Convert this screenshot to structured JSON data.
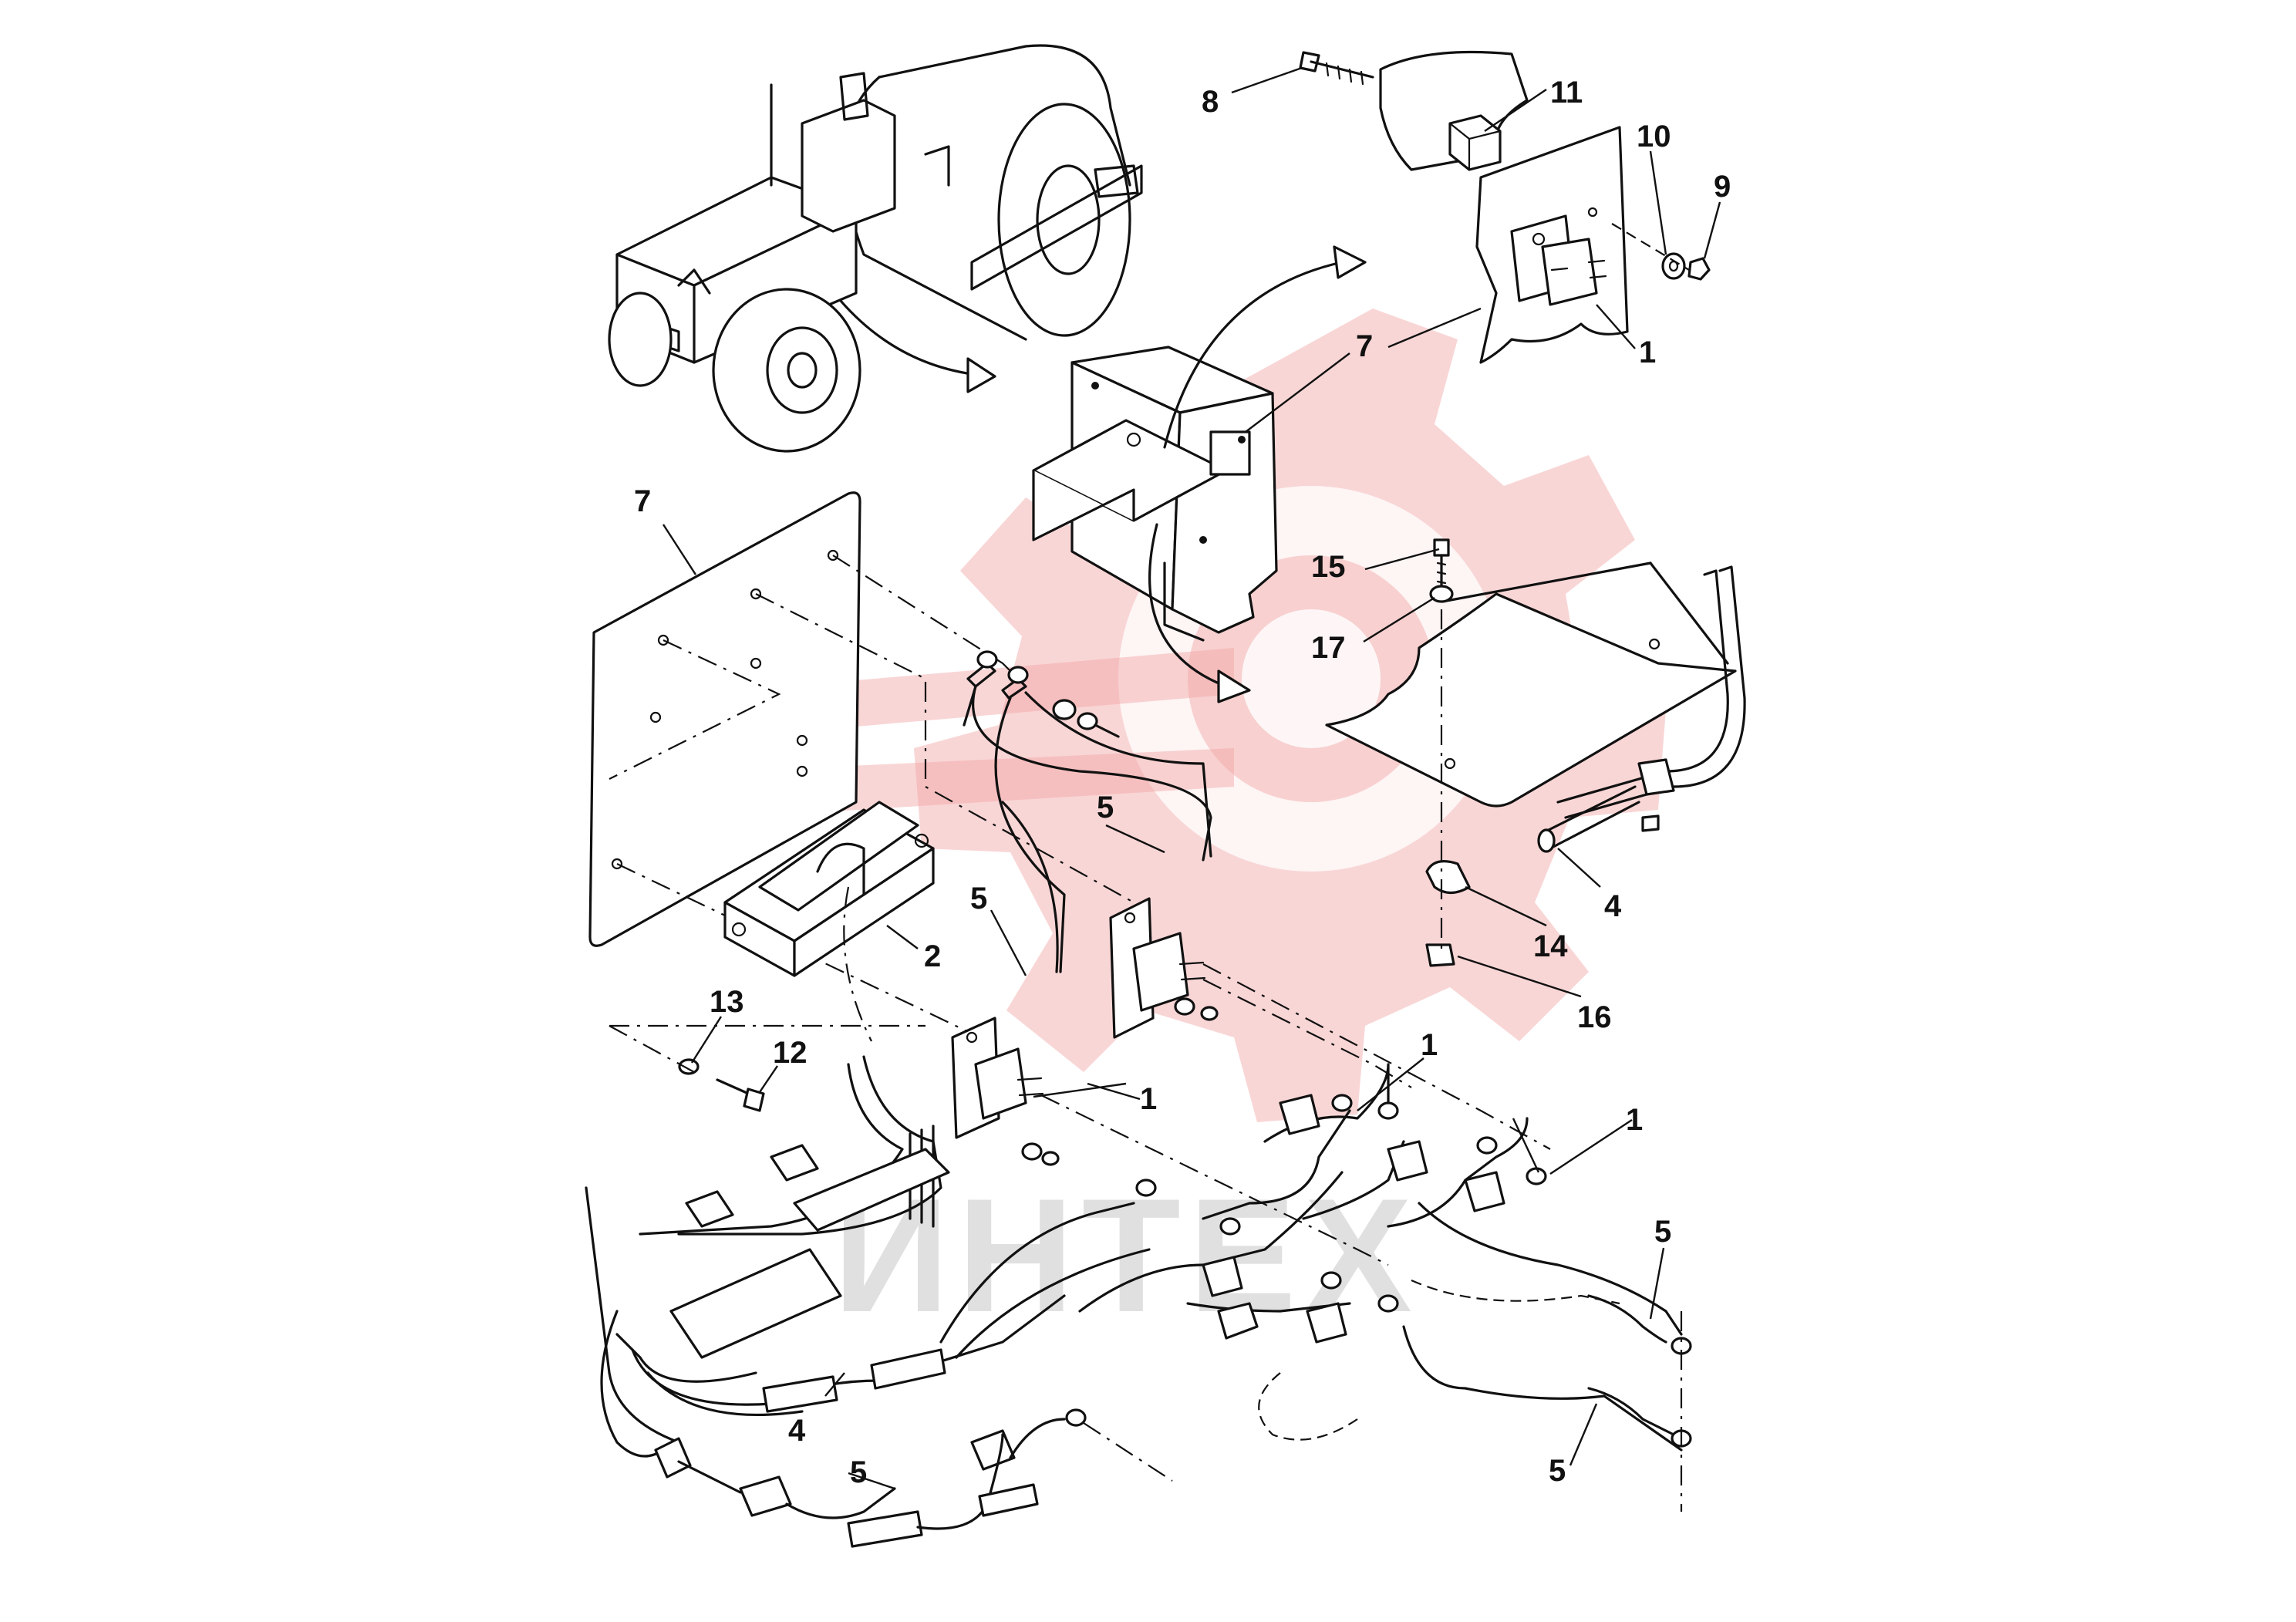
{
  "watermark": {
    "text": "ИНТЕХ",
    "color": "#f2a5a5"
  },
  "callouts": [
    {
      "id": "c8",
      "label": "8"
    },
    {
      "id": "c11",
      "label": "11"
    },
    {
      "id": "c10",
      "label": "10"
    },
    {
      "id": "c9",
      "label": "9"
    },
    {
      "id": "c7a",
      "label": "7"
    },
    {
      "id": "c1a",
      "label": "1"
    },
    {
      "id": "c7b",
      "label": "7"
    },
    {
      "id": "c15",
      "label": "15"
    },
    {
      "id": "c17",
      "label": "17"
    },
    {
      "id": "c5a",
      "label": "5"
    },
    {
      "id": "c5b",
      "label": "5"
    },
    {
      "id": "c2",
      "label": "2"
    },
    {
      "id": "c4a",
      "label": "4"
    },
    {
      "id": "c14",
      "label": "14"
    },
    {
      "id": "c16",
      "label": "16"
    },
    {
      "id": "c13",
      "label": "13"
    },
    {
      "id": "c12",
      "label": "12"
    },
    {
      "id": "c1b",
      "label": "1"
    },
    {
      "id": "c1c",
      "label": "1"
    },
    {
      "id": "c1d",
      "label": "1"
    },
    {
      "id": "c5c",
      "label": "5"
    },
    {
      "id": "c4b",
      "label": "4"
    },
    {
      "id": "c5d",
      "label": "5"
    },
    {
      "id": "c5e",
      "label": "5"
    }
  ]
}
